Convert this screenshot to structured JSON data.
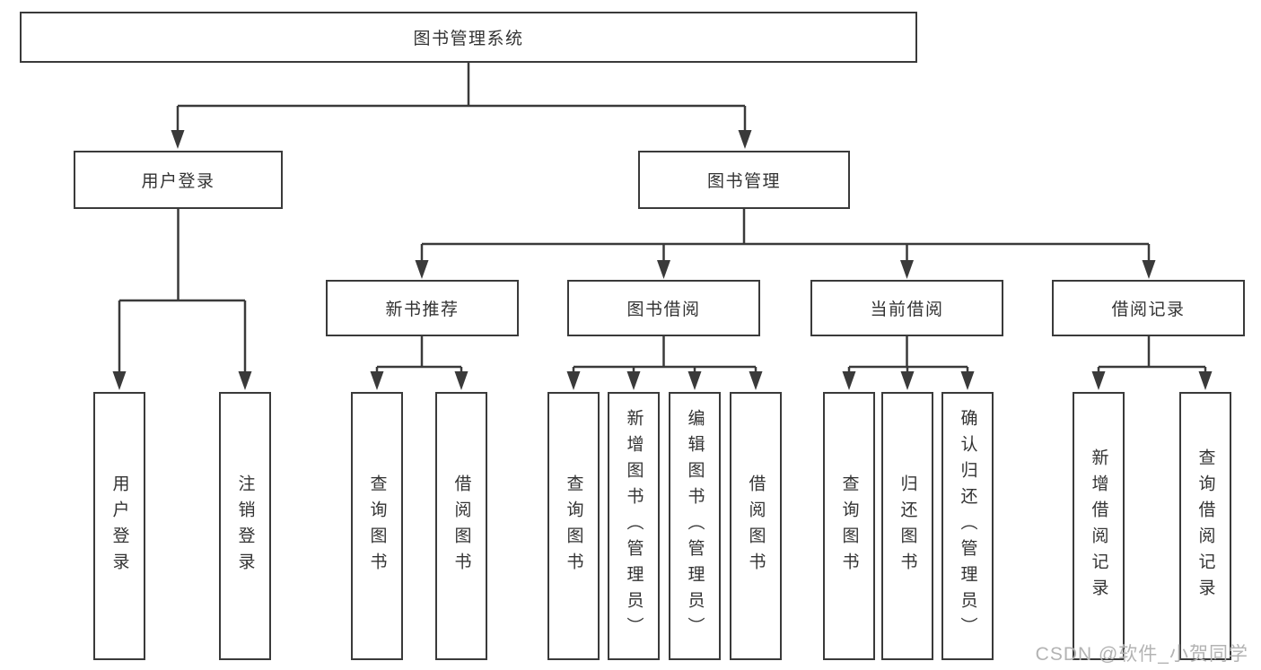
{
  "diagram_type": "hierarchy-tree",
  "colors": {
    "line": "#3a3a3a",
    "box_border": "#3a3a3a",
    "box_fill": "#ffffff",
    "text": "#333333",
    "watermark_text_color": "#b3b3b3"
  },
  "tree": {
    "root": {
      "label": "图书管理系统",
      "children": [
        {
          "label": "用户登录",
          "children": [
            {
              "label": "用户登录"
            },
            {
              "label": "注销登录"
            }
          ]
        },
        {
          "label": "图书管理",
          "children": [
            {
              "label": "新书推荐",
              "children": [
                {
                  "label": "查询图书"
                },
                {
                  "label": "借阅图书"
                }
              ]
            },
            {
              "label": "图书借阅",
              "children": [
                {
                  "label": "查询图书"
                },
                {
                  "label": "新增图书（管理员）"
                },
                {
                  "label": "编辑图书（管理员）"
                },
                {
                  "label": "借阅图书"
                }
              ]
            },
            {
              "label": "当前借阅",
              "children": [
                {
                  "label": "查询图书"
                },
                {
                  "label": "归还图书"
                },
                {
                  "label": "确认归还（管理员）"
                }
              ]
            },
            {
              "label": "借阅记录",
              "children": [
                {
                  "label": "新增借阅记录"
                },
                {
                  "label": "查询借阅记录"
                }
              ]
            }
          ]
        }
      ]
    }
  },
  "watermark": {
    "text": "CSDN @软件_小贺同学"
  }
}
